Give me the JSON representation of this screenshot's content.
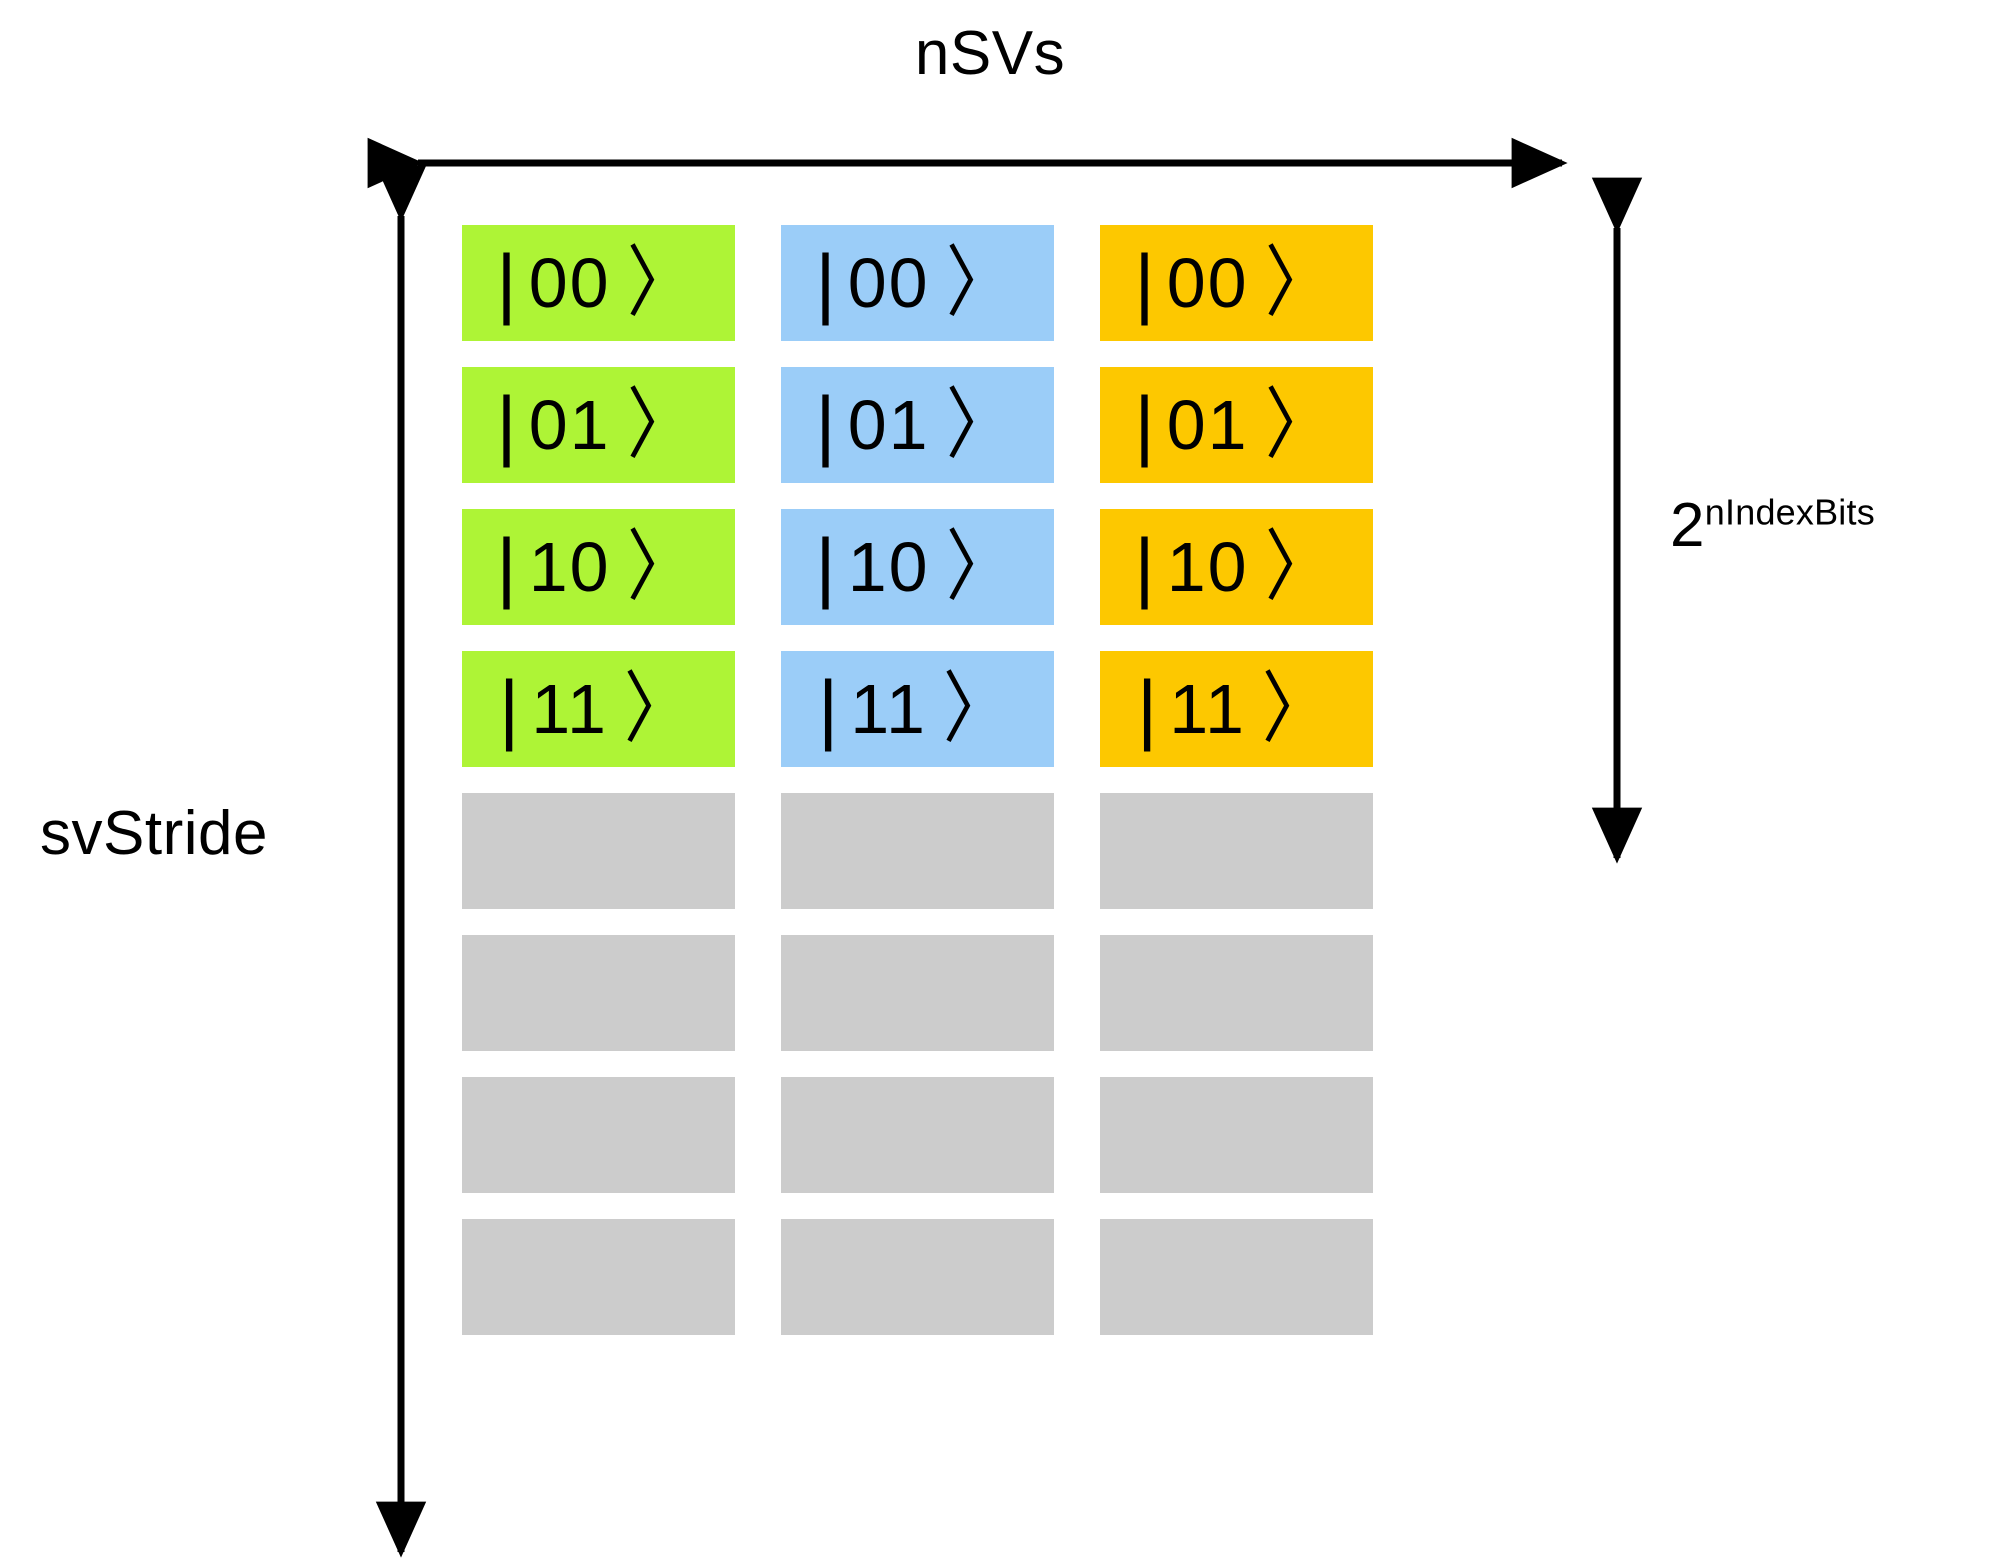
{
  "diagram": {
    "type": "memory-layout-grid",
    "top_label": "nSVs",
    "left_label": "svStride",
    "right_label_base": "2",
    "right_label_exponent": "nIndexBits",
    "ket_bar": "|",
    "ket_angle": "〉",
    "columns": [
      {
        "name": "state-vector-0",
        "color": "#AEF436"
      },
      {
        "name": "state-vector-1",
        "color": "#9BCDF8"
      },
      {
        "name": "state-vector-2",
        "color": "#FDC800"
      }
    ],
    "empty_color": "#CCCCCC",
    "rows": [
      {
        "index": "0",
        "label": "00",
        "filled": true
      },
      {
        "index": "1",
        "label": "01",
        "filled": true
      },
      {
        "index": "2",
        "label": "10",
        "filled": true
      },
      {
        "index": "3",
        "label": "11",
        "filled": true
      },
      {
        "index": "4",
        "label": "",
        "filled": false
      },
      {
        "index": "5",
        "label": "",
        "filled": false
      },
      {
        "index": "6",
        "label": "",
        "filled": false
      },
      {
        "index": "7",
        "label": "",
        "filled": false
      }
    ],
    "cells": [
      {
        "row": "0",
        "labels": [
          "00",
          "00",
          "00"
        ],
        "filled": true
      },
      {
        "row": "1",
        "labels": [
          "01",
          "01",
          "01"
        ],
        "filled": true
      },
      {
        "row": "2",
        "labels": [
          "10",
          "10",
          "10"
        ],
        "filled": true
      },
      {
        "row": "3",
        "labels": [
          "11",
          "11",
          "11"
        ],
        "filled": true
      },
      {
        "row": "4",
        "labels": [
          "",
          "",
          ""
        ],
        "filled": false
      },
      {
        "row": "5",
        "labels": [
          "",
          "",
          ""
        ],
        "filled": false
      },
      {
        "row": "6",
        "labels": [
          "",
          "",
          ""
        ],
        "filled": false
      },
      {
        "row": "7",
        "labels": [
          "",
          "",
          ""
        ],
        "filled": false
      }
    ]
  }
}
